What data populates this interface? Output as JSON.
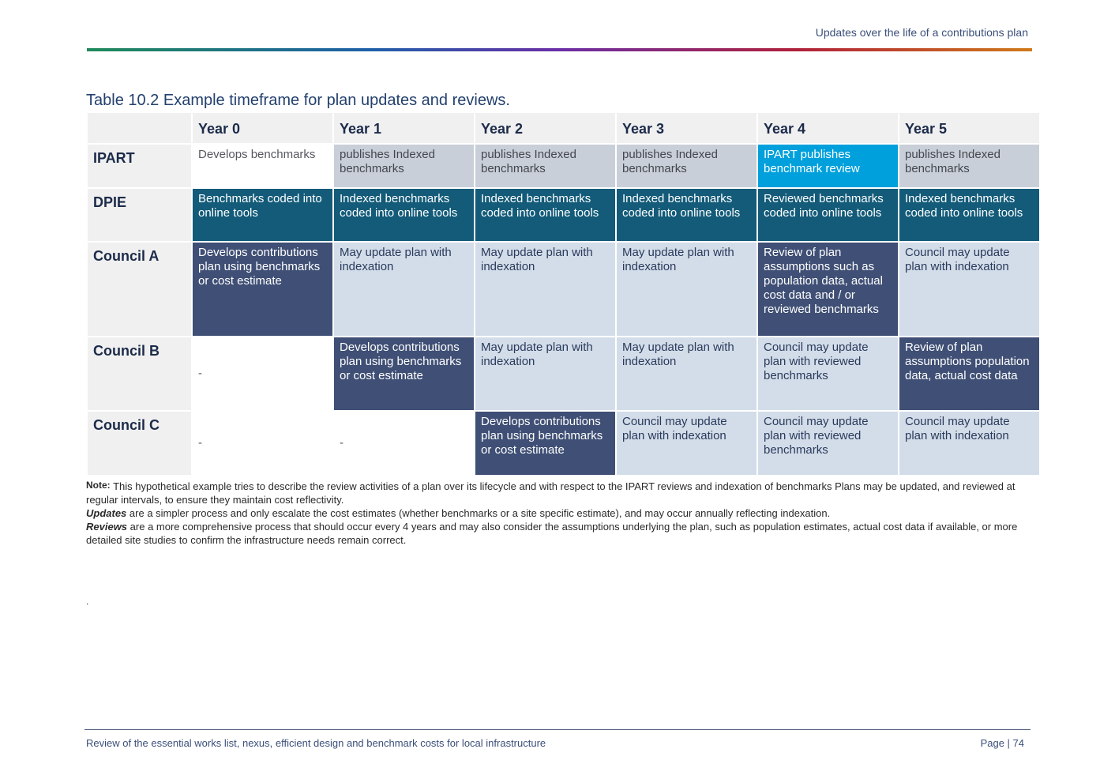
{
  "header": {
    "running_title": "Updates over the life of a contributions plan"
  },
  "caption": "Table 10.2 Example timeframe for plan updates and reviews.",
  "years": [
    "Year 0",
    "Year 1",
    "Year 2",
    "Year 3",
    "Year 4",
    "Year 5"
  ],
  "rows": [
    {
      "label": "IPART",
      "cells": [
        "Develops benchmarks",
        "publishes Indexed benchmarks",
        "publishes Indexed benchmarks",
        "publishes Indexed benchmarks",
        "IPART publishes benchmark review",
        "publishes Indexed benchmarks"
      ]
    },
    {
      "label": "DPIE",
      "cells": [
        "Benchmarks coded into online tools",
        "Indexed benchmarks coded into online tools",
        "Indexed benchmarks coded into online tools",
        "Indexed benchmarks coded into online tools",
        "Reviewed benchmarks coded into online tools",
        "Indexed benchmarks coded into online tools"
      ]
    },
    {
      "label": "Council A",
      "cells": [
        "Develops contributions plan using benchmarks or cost estimate",
        "May update plan with indexation",
        "May update plan with indexation",
        "May update plan with indexation",
        "Review of plan assumptions such as population data, actual cost data and / or reviewed benchmarks",
        "Council may update plan with indexation"
      ]
    },
    {
      "label": "Council B",
      "cells": [
        "-",
        "Develops contributions plan using benchmarks or cost estimate",
        "May update plan with indexation",
        "May update plan with indexation",
        "Council may update plan with reviewed benchmarks",
        "Review of plan assumptions population data, actual cost data"
      ]
    },
    {
      "label": "Council C",
      "cells": [
        "-",
        "-",
        "Develops contributions plan using benchmarks or cost estimate",
        "Council may update plan with indexation",
        "Council may update plan with reviewed benchmarks",
        "Council may update plan with indexation"
      ]
    }
  ],
  "notes": {
    "note_label": "Note:",
    "note_text": "This hypothetical example tries to describe the review activities of a plan over its lifecycle and with respect to the IPART reviews and indexation of benchmarks  Plans may be updated, and reviewed at regular intervals, to ensure they maintain cost reflectivity.",
    "updates_label": "Updates",
    "updates_text": "are a simpler process and only escalate the cost estimates (whether benchmarks or a site specific estimate), and may occur annually reflecting indexation.",
    "reviews_label": "Reviews",
    "reviews_text": "are a more comprehensive process that should occur every 4 years and may also consider the assumptions underlying the plan, such as population estimates, actual cost data if available, or more detailed site studies to confirm the infrastructure needs remain correct."
  },
  "stray_mark": ".",
  "footer": {
    "title": "Review of the essential works list, nexus, efficient design and benchmark costs for local infrastructure",
    "page": "Page | 74"
  },
  "colors": {
    "white": "#ffffff",
    "grey": "#c9cfd8",
    "light_blue": "#d3dde9",
    "teal": "#135b79",
    "navy": "#3f4f75",
    "cyan": "#00a0dc"
  }
}
